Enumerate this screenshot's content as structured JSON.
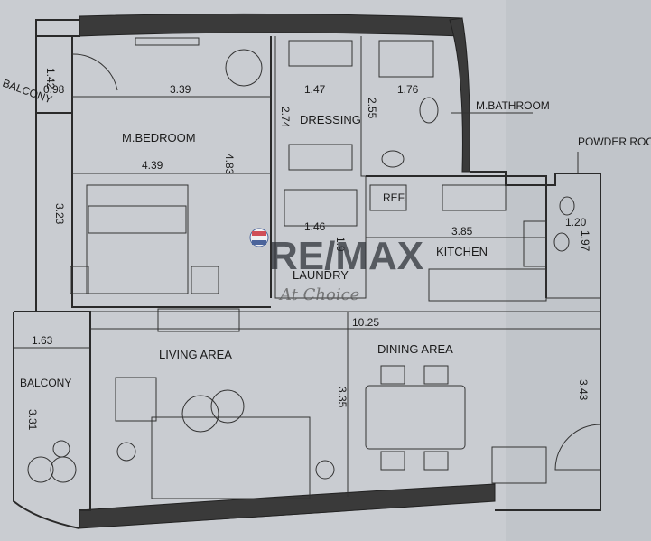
{
  "rooms": {
    "balcony_top": "BALCONY",
    "m_bedroom": "M.BEDROOM",
    "dressing": "DRESSING",
    "m_bathroom": "M.BATHROOM",
    "powder_room": "POWDER ROOM",
    "kitchen": "KITCHEN",
    "laundry": "LAUNDRY",
    "living_area": "LIVING AREA",
    "dining_area": "DINING AREA",
    "balcony_left": "BALCONY",
    "ref": "REF."
  },
  "dimensions": {
    "balcony_top_w": "0.98",
    "balcony_top_h": "1.42",
    "bedroom_w_top": "3.39",
    "bedroom_w": "4.39",
    "bedroom_h_right": "4.83",
    "bedroom_h_left": "3.23",
    "dressing_w": "1.47",
    "dressing_h": "2.74",
    "bath_w": "1.76",
    "bath_h": "2.55",
    "laundry_w": "1.46",
    "laundry_h": "1.9",
    "kitchen_w": "3.85",
    "powder_w": "1.20",
    "powder_h": "1.97",
    "living_dining_w": "10.25",
    "dining_h": "3.43",
    "living_h": "3.35",
    "balcony_left_w": "1.63",
    "balcony_left_h": "3.31"
  },
  "watermark": {
    "brand": "RE/MAX",
    "script": "At Choice"
  },
  "colors": {
    "paper": "#c9ccd1",
    "ink": "#1a1a1a",
    "brand_red": "#d3202a",
    "brand_blue": "#1b3d87"
  }
}
